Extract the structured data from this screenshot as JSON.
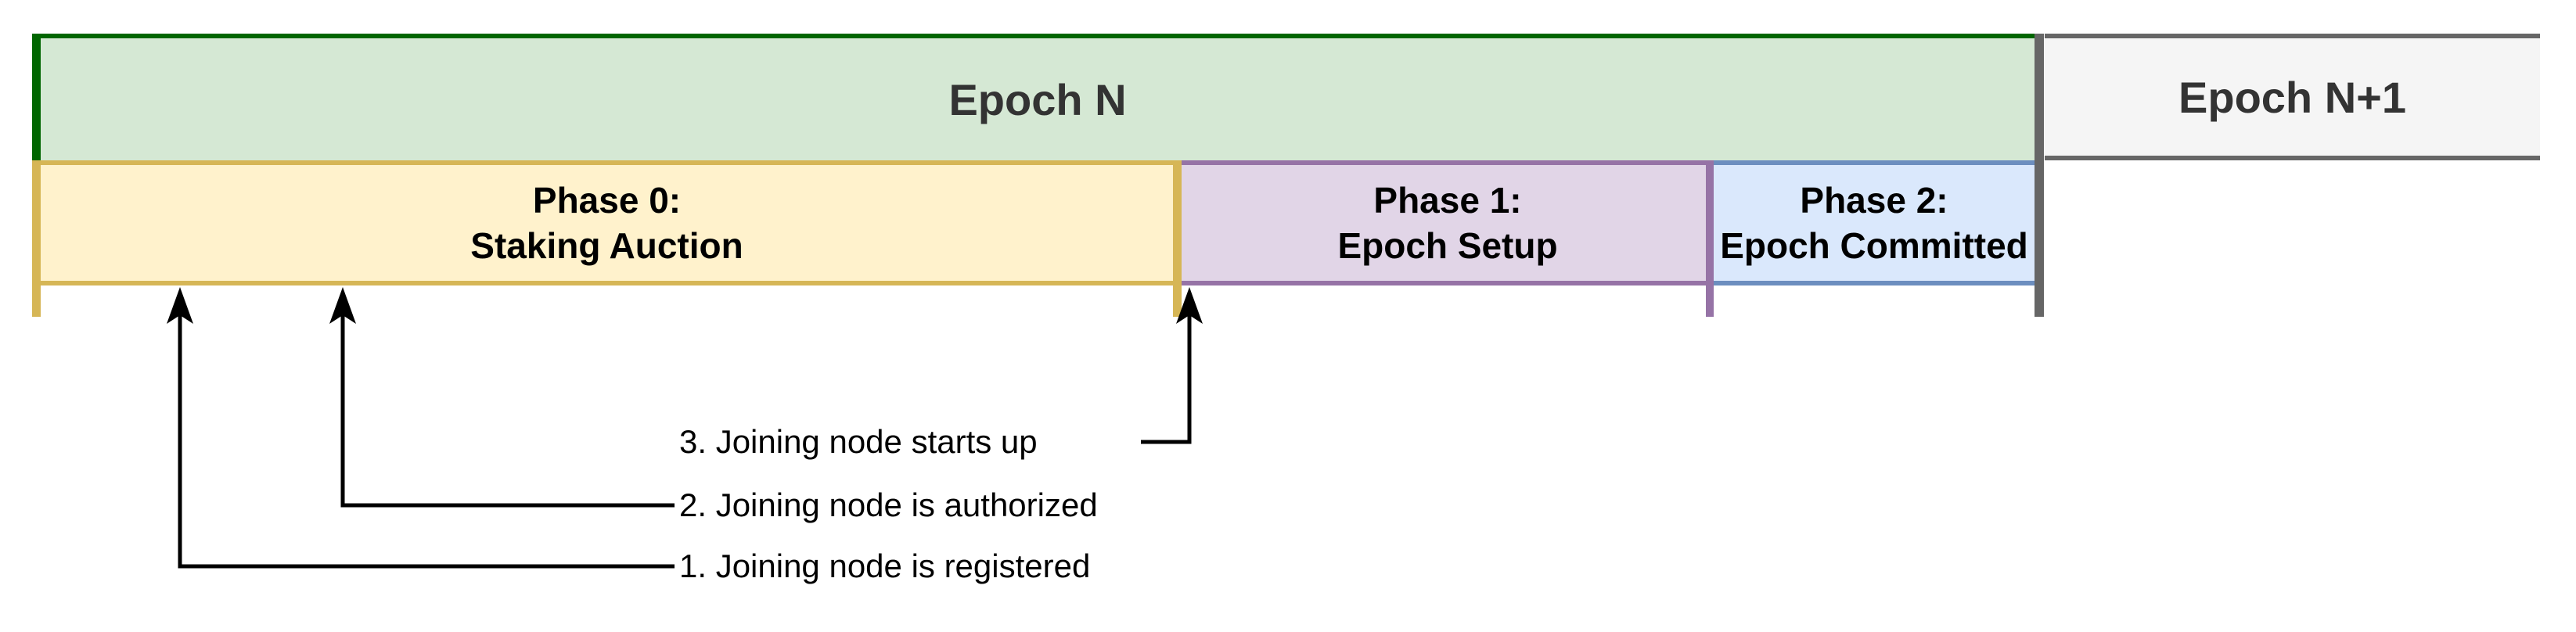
{
  "colors": {
    "epoch_n_fill": "#d5e8d4",
    "epoch_n_border": "#006600",
    "epoch_n1_fill": "#f5f5f5",
    "epoch_n1_border": "#666666",
    "divider": "#666666",
    "phase0_fill": "#fff2cc",
    "phase0_border": "#d6b656",
    "phase1_fill": "#e1d5e7",
    "phase1_border": "#9673a6",
    "phase2_fill": "#dae8fc",
    "phase2_border": "#6c8ebf",
    "arrow": "#000000",
    "epoch_text": "#333333",
    "phase_text": "#000000"
  },
  "epochs": [
    {
      "label": "Epoch N"
    },
    {
      "label": "Epoch N+1"
    }
  ],
  "phases": [
    {
      "line1": "Phase 0:",
      "line2": "Staking Auction"
    },
    {
      "line1": "Phase 1:",
      "line2": "Epoch Setup"
    },
    {
      "line1": "Phase 2:",
      "line2": "Epoch Committed"
    }
  ],
  "annotations": [
    {
      "label": "1. Joining node is registered"
    },
    {
      "label": "2. Joining node is authorized"
    },
    {
      "label": "3. Joining node starts up"
    }
  ]
}
